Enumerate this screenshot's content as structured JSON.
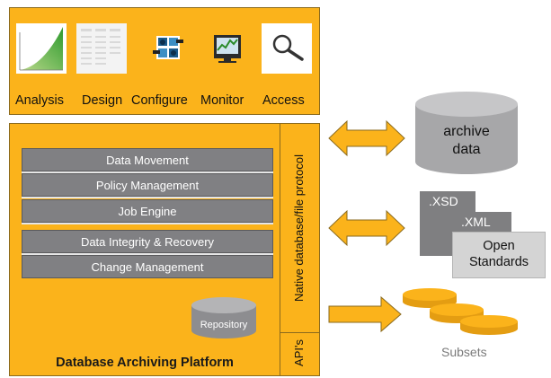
{
  "tools": [
    {
      "icon": "analysis-chart-icon",
      "label": "Analysis"
    },
    {
      "icon": "design-table-icon",
      "label": "Design"
    },
    {
      "icon": "configure-gears-icon",
      "label": "Configure"
    },
    {
      "icon": "monitor-screen-icon",
      "label": "Monitor"
    },
    {
      "icon": "magnifier-icon",
      "label": "Access"
    }
  ],
  "platform": {
    "title": "Database Archiving Platform",
    "layers": [
      "Data Movement",
      "Policy Management",
      "Job Engine",
      "Data Integrity & Recovery",
      "Change Management"
    ],
    "repository_label": "Repository",
    "native_protocol_label": "Native database/file protocol",
    "apis_label": "API's"
  },
  "archive": {
    "line1": "archive",
    "line2": "data"
  },
  "standards": {
    "xsd_label": ".XSD",
    "xml_label": ".XML",
    "line1": "Open",
    "line2": "Standards"
  },
  "subsets_label": "Subsets",
  "colors": {
    "panel": "#fbb31b",
    "panel_border": "#8a6a1e",
    "band": "#808083",
    "cylinder": "#a7a7a9",
    "subset_disk": "#fbb31b"
  }
}
